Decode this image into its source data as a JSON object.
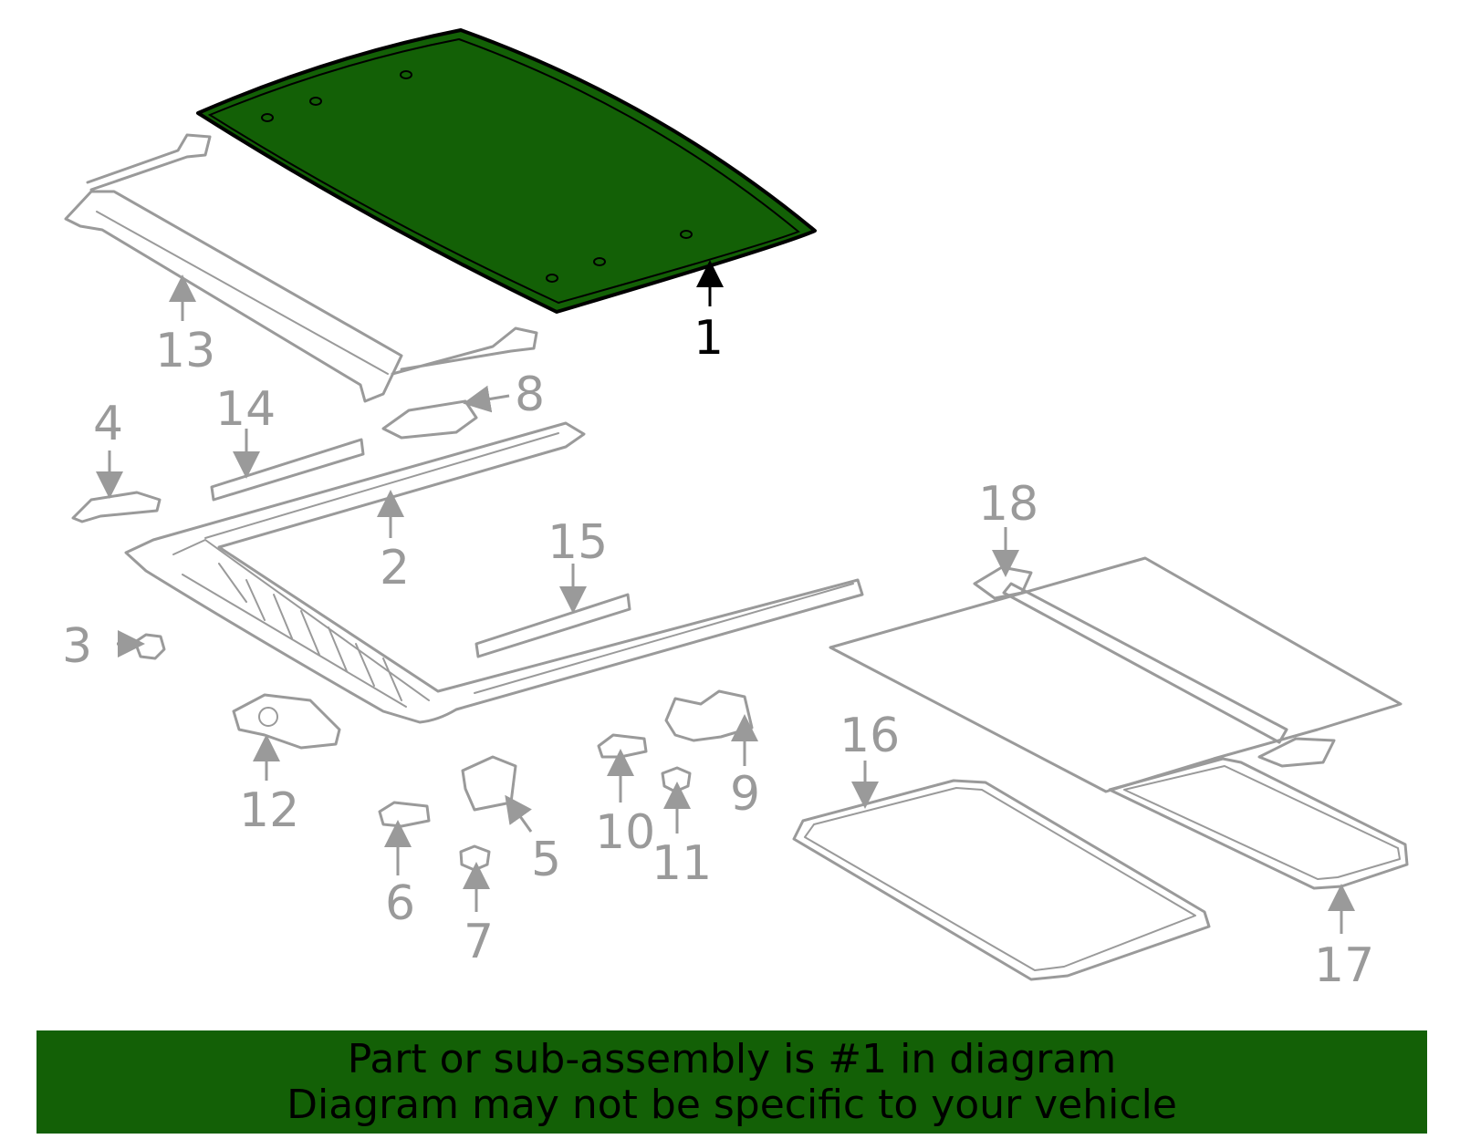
{
  "diagram": {
    "highlight_color": "#136006",
    "parts_color": "#9a9a9a",
    "callouts": [
      {
        "id": "c1",
        "label": "1",
        "active": true
      },
      {
        "id": "c2",
        "label": "2"
      },
      {
        "id": "c3",
        "label": "3"
      },
      {
        "id": "c4",
        "label": "4"
      },
      {
        "id": "c5",
        "label": "5"
      },
      {
        "id": "c6",
        "label": "6"
      },
      {
        "id": "c7",
        "label": "7"
      },
      {
        "id": "c8",
        "label": "8"
      },
      {
        "id": "c9",
        "label": "9"
      },
      {
        "id": "c10",
        "label": "10"
      },
      {
        "id": "c11",
        "label": "11"
      },
      {
        "id": "c12",
        "label": "12"
      },
      {
        "id": "c13",
        "label": "13"
      },
      {
        "id": "c14",
        "label": "14"
      },
      {
        "id": "c15",
        "label": "15"
      },
      {
        "id": "c16",
        "label": "16"
      },
      {
        "id": "c17",
        "label": "17"
      },
      {
        "id": "c18",
        "label": "18"
      }
    ]
  },
  "banner": {
    "line1": "Part or sub-assembly is #1 in diagram",
    "line2": "Diagram may not be specific to your vehicle",
    "background": "#136006"
  }
}
